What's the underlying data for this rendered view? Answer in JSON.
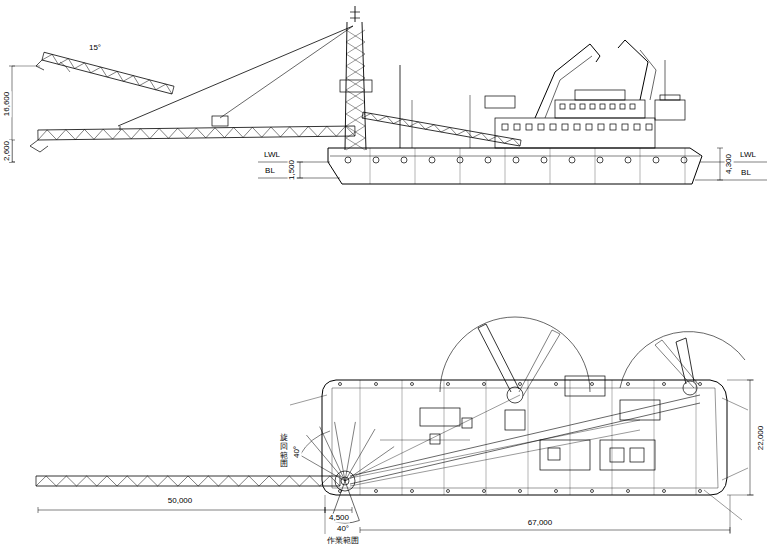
{
  "diagram": {
    "labels": [
      "15°",
      "16,600",
      "2,600",
      "LWL",
      "BL",
      "1,500",
      "LWL",
      "BL",
      "4,300",
      "50,000",
      "4,500",
      "67,000",
      "22,000",
      "40°",
      "作業範囲",
      "旋回範囲",
      "40°"
    ]
  }
}
